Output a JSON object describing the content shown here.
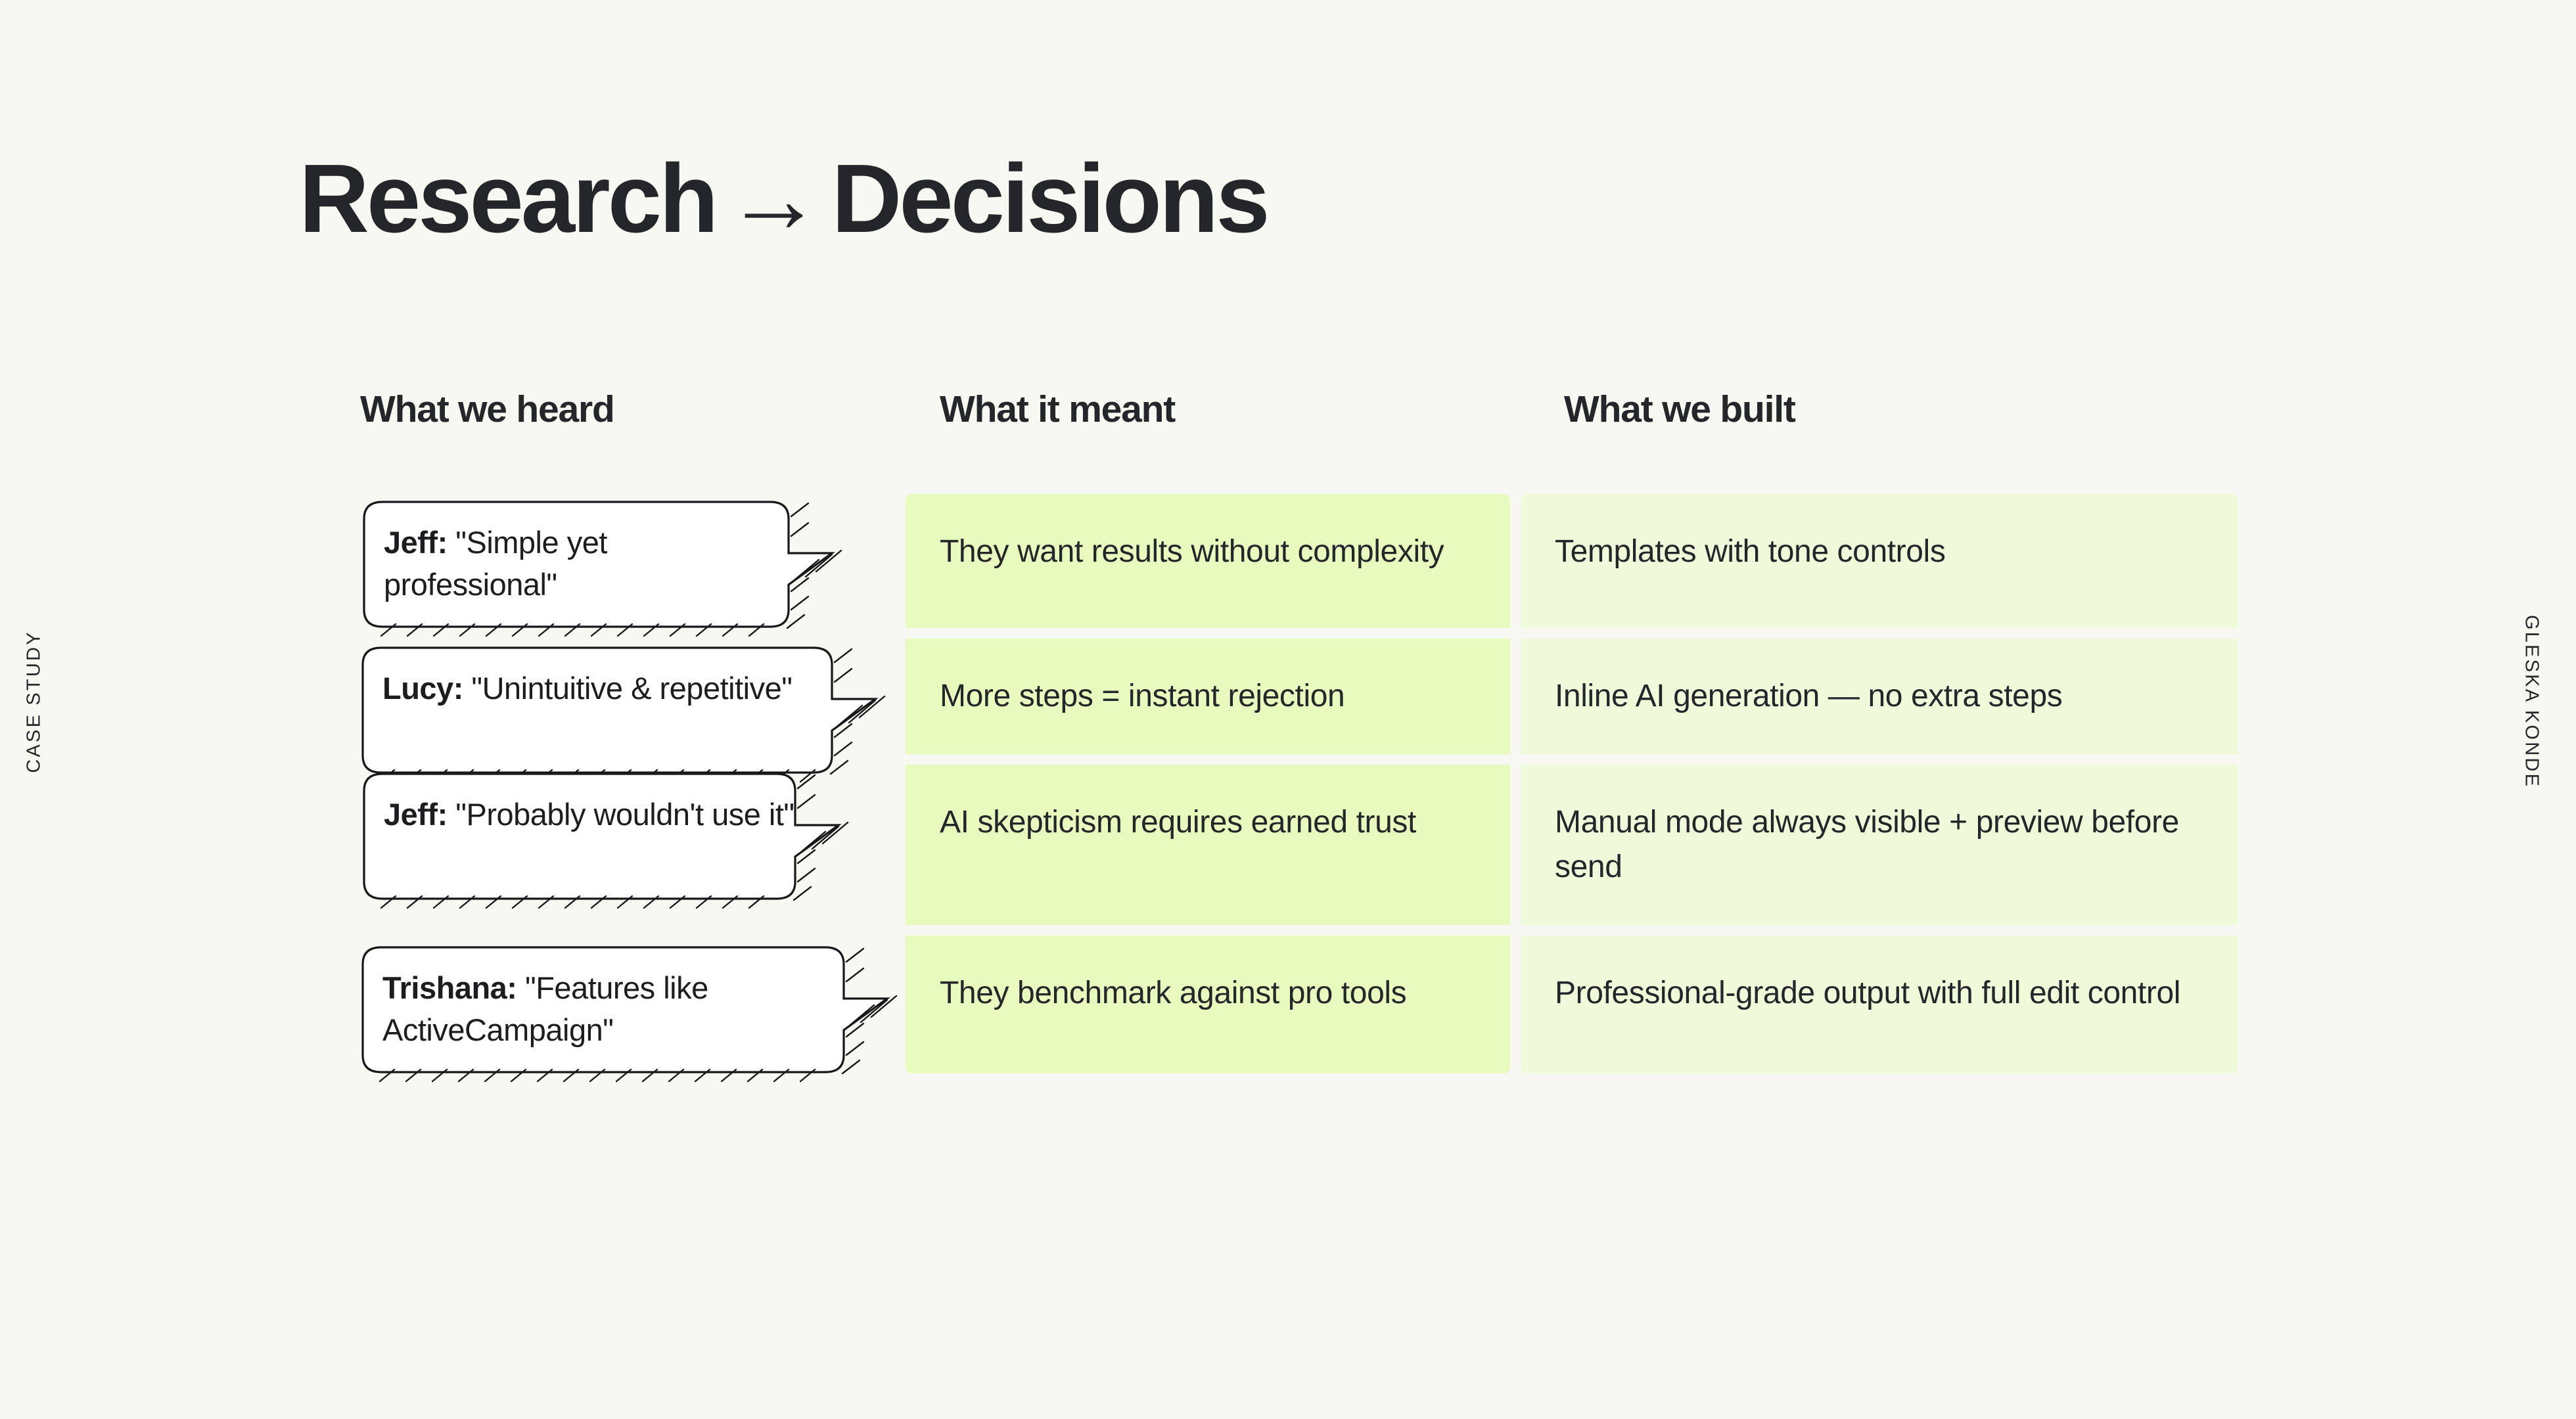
{
  "meta": {
    "background_color": "#f7f8f2",
    "accent_green_mid": "#e9fabe",
    "accent_green_light": "#eefad9",
    "text_color": "#25262a"
  },
  "side_labels": {
    "left": "CASE STUDY",
    "right": "GLESKA KONDE"
  },
  "title": {
    "before": "Research",
    "arrow": "→",
    "after": "Decisions"
  },
  "columns": [
    {
      "header": "What we heard"
    },
    {
      "header": "What it meant"
    },
    {
      "header": "What we built"
    }
  ],
  "rows": [
    {
      "quote_speaker": "Jeff:",
      "quote_text": "\"Simple yet professional\"",
      "meaning": "They want results without complexity",
      "built": "Templates with tone controls"
    },
    {
      "quote_speaker": "Lucy:",
      "quote_text": "\"Unintuitive & repetitive\"",
      "meaning": "More steps = instant rejection",
      "built": "Inline AI generation — no extra steps"
    },
    {
      "quote_speaker": "Jeff:",
      "quote_text": "\"Probably wouldn't use it\"",
      "meaning": "AI skepticism requires earned trust",
      "built": "Manual mode always visible + preview before send"
    },
    {
      "quote_speaker": "Trishana:",
      "quote_text": "\"Features like ActiveCampaign\"",
      "meaning": "They benchmark against pro tools",
      "built": "Professional-grade output with full edit control"
    }
  ]
}
